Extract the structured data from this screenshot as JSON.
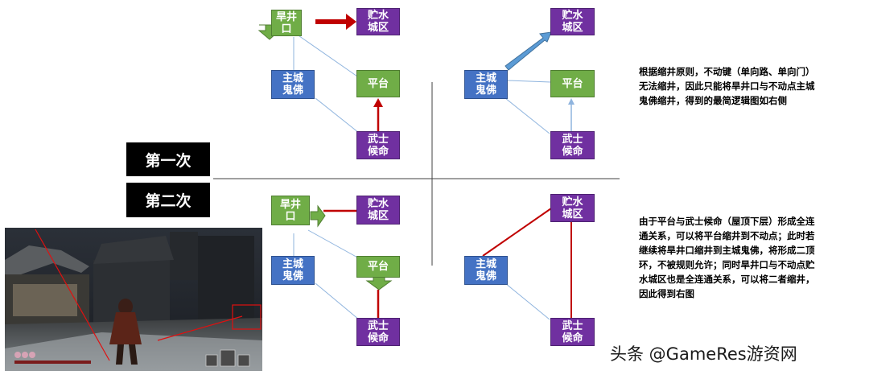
{
  "labels": {
    "first": "第一次",
    "second": "第二次"
  },
  "nodes": {
    "well": "旱井\n口",
    "reservoir": "贮水\n城区",
    "castle": "主城\n鬼佛",
    "platform": "平台",
    "samurai": "武士\n候命"
  },
  "notes": {
    "top": "根据缩井原则，不动键（单向路、单向门）\n无法缩井，因此只能将旱井口与不动点主城\n鬼佛缩井，得到的最简逻辑图如右侧",
    "bottom": "由于平台与武士候命（屋顶下层）形成全连\n通关系，可以将平台缩井到不动点；此时若\n继续将旱井口缩井到主城鬼佛，将形成二顶\n环，不被规则允许；同时旱井口与不动点贮\n水城区也是全连通关系，可以将二者缩井，\n因此得到右图"
  },
  "watermark": "头条 @GameRes游资网",
  "colors": {
    "green": "#70ad47",
    "blue": "#4472c4",
    "purple": "#7030a0",
    "red": "#c00000",
    "line": "#8fb4de"
  }
}
